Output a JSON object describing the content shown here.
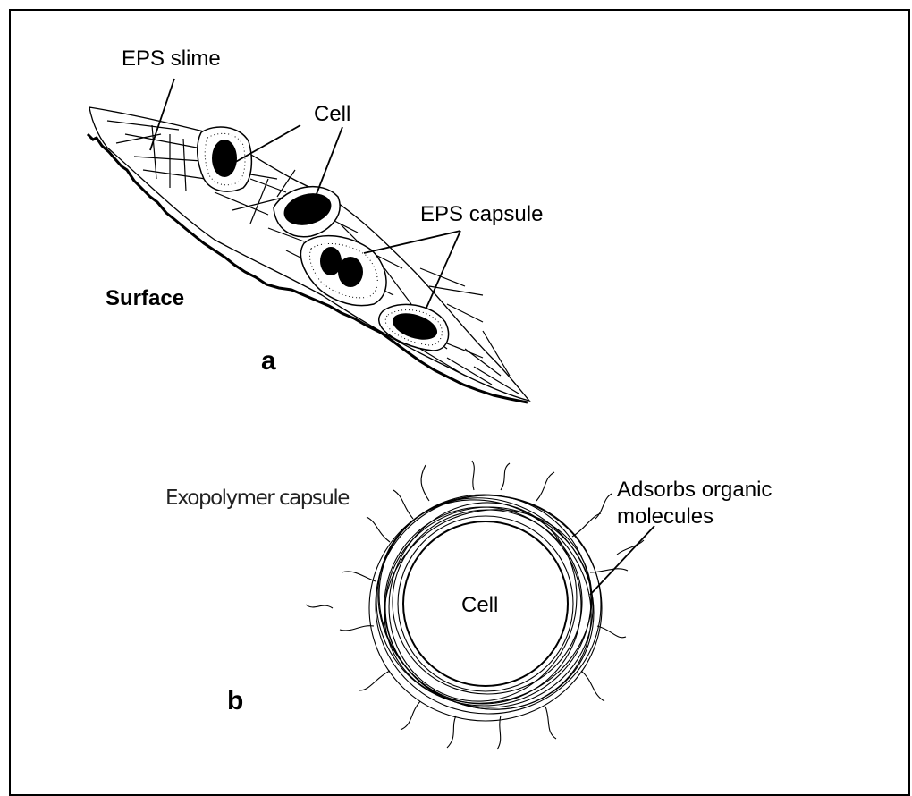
{
  "panel_a": {
    "label": "a",
    "surface_label": "Surface",
    "eps_slime_label": "EPS slime",
    "cell_label": "Cell",
    "eps_capsule_label": "EPS capsule"
  },
  "panel_b": {
    "label": "b",
    "exopolymer_label": "Exopolymer capsule",
    "cell_label": "Cell",
    "adsorbs_label_line1": "Adsorbs organic",
    "adsorbs_label_line2": "molecules"
  }
}
